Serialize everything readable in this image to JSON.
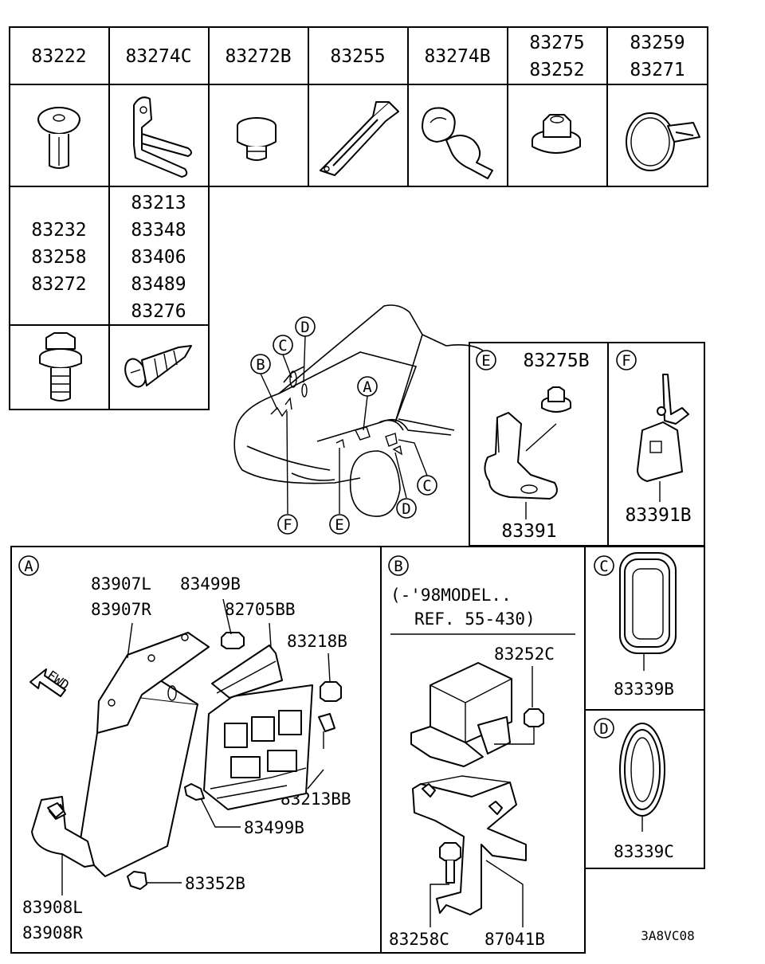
{
  "diagram_code": "3A8VC08",
  "grid_top": {
    "cells": [
      {
        "lines": [
          "83222"
        ]
      },
      {
        "lines": [
          "83274C"
        ]
      },
      {
        "lines": [
          "83272B"
        ]
      },
      {
        "lines": [
          "83255"
        ]
      },
      {
        "lines": [
          "83274B"
        ]
      },
      {
        "lines": [
          "83275",
          "83252"
        ]
      },
      {
        "lines": [
          "83259",
          "83271"
        ]
      }
    ]
  },
  "grid_left": {
    "col1": [
      "83232",
      "83258",
      "83272"
    ],
    "col2": [
      "83213",
      "83348",
      "83406",
      "83489",
      "83276"
    ]
  },
  "overview": {
    "callouts": [
      "A",
      "B",
      "C",
      "D",
      "C",
      "D",
      "E",
      "F"
    ]
  },
  "panel_e": {
    "letter": "E",
    "top_part": "83275B",
    "bottom_part": "83391"
  },
  "panel_f": {
    "letter": "F",
    "part": "83391B"
  },
  "panel_a": {
    "letter": "A",
    "fwd": "FWD",
    "parts": [
      "83907L",
      "83907R",
      "83499B",
      "82705BB",
      "83218B",
      "83213BB",
      "83499B",
      "83352B",
      "83908L",
      "83908R"
    ]
  },
  "panel_b": {
    "letter": "B",
    "note_line1": "(-'98MODEL..",
    "note_line2": "REF. 55-430)",
    "parts": [
      "83252C",
      "83258C",
      "87041B"
    ]
  },
  "panel_c": {
    "letter": "C",
    "part": "83339B"
  },
  "panel_d": {
    "letter": "D",
    "part": "83339C"
  }
}
